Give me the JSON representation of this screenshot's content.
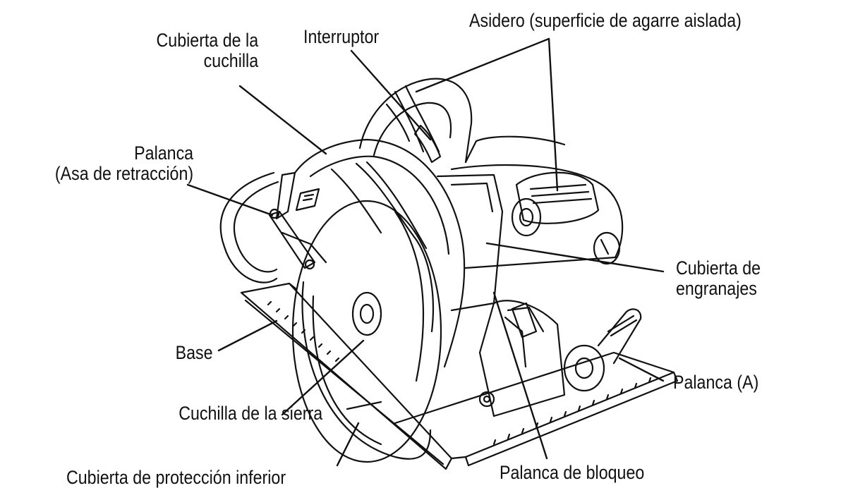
{
  "labels": {
    "blade_cover": [
      "Cubierta de la",
      "cuchilla"
    ],
    "switch": "Interruptor",
    "handle": "Asidero (superficie de agarre aislada)",
    "lever_retraction": [
      "Palanca",
      "(Asa de retracción)"
    ],
    "gear_cover": [
      "Cubierta de",
      "engranajes"
    ],
    "base": "Base",
    "lever_a": "Palanca (A)",
    "saw_blade": "Cuchilla de la sierra",
    "lower_guard": "Cubierta de protección inferior",
    "lock_lever": "Palanca de bloqueo"
  },
  "colors": {
    "ink": "#111111",
    "paper": "#ffffff"
  }
}
